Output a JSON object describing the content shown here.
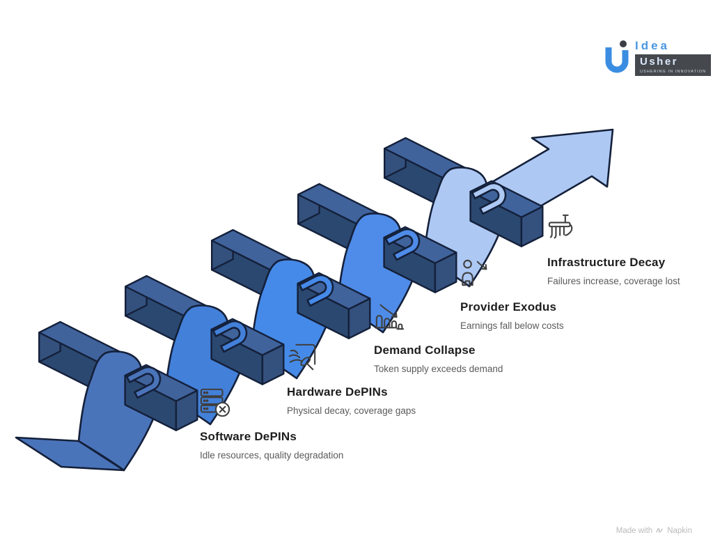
{
  "logo": {
    "brand_line1": "Idea",
    "brand_line2": "Usher",
    "tagline": "USHERING IN INNOVATION"
  },
  "attribution": {
    "made_with": "Made with",
    "brand": "Napkin"
  },
  "diagram": {
    "description": "Ascending ribbon arrow weaving over five blocks, DePIN decline stages",
    "arrow_color": "#adc8f3",
    "block_colors": {
      "top": "#40639c",
      "front": "#2b4870",
      "cap": "#34517e"
    },
    "steps": [
      {
        "title": "Software DePINs",
        "subtitle": "Idle resources, quality degradation",
        "icon": "server-error-icon",
        "ribbon_color": "#4a74ba"
      },
      {
        "title": "Hardware DePINs",
        "subtitle": "Physical decay, coverage gaps",
        "icon": "satellite-dish-icon",
        "ribbon_color": "#4380d9"
      },
      {
        "title": "Demand Collapse",
        "subtitle": "Token supply exceeds demand",
        "icon": "declining-chart-icon",
        "ribbon_color": "#458ae8"
      },
      {
        "title": "Provider Exodus",
        "subtitle": "Earnings fall below costs",
        "icon": "person-exit-icon",
        "ribbon_color": "#4f8ce9"
      },
      {
        "title": "Infrastructure Decay",
        "subtitle": "Failures increase, coverage lost",
        "icon": "broken-pier-icon",
        "ribbon_color": "#adc8f3"
      }
    ]
  }
}
